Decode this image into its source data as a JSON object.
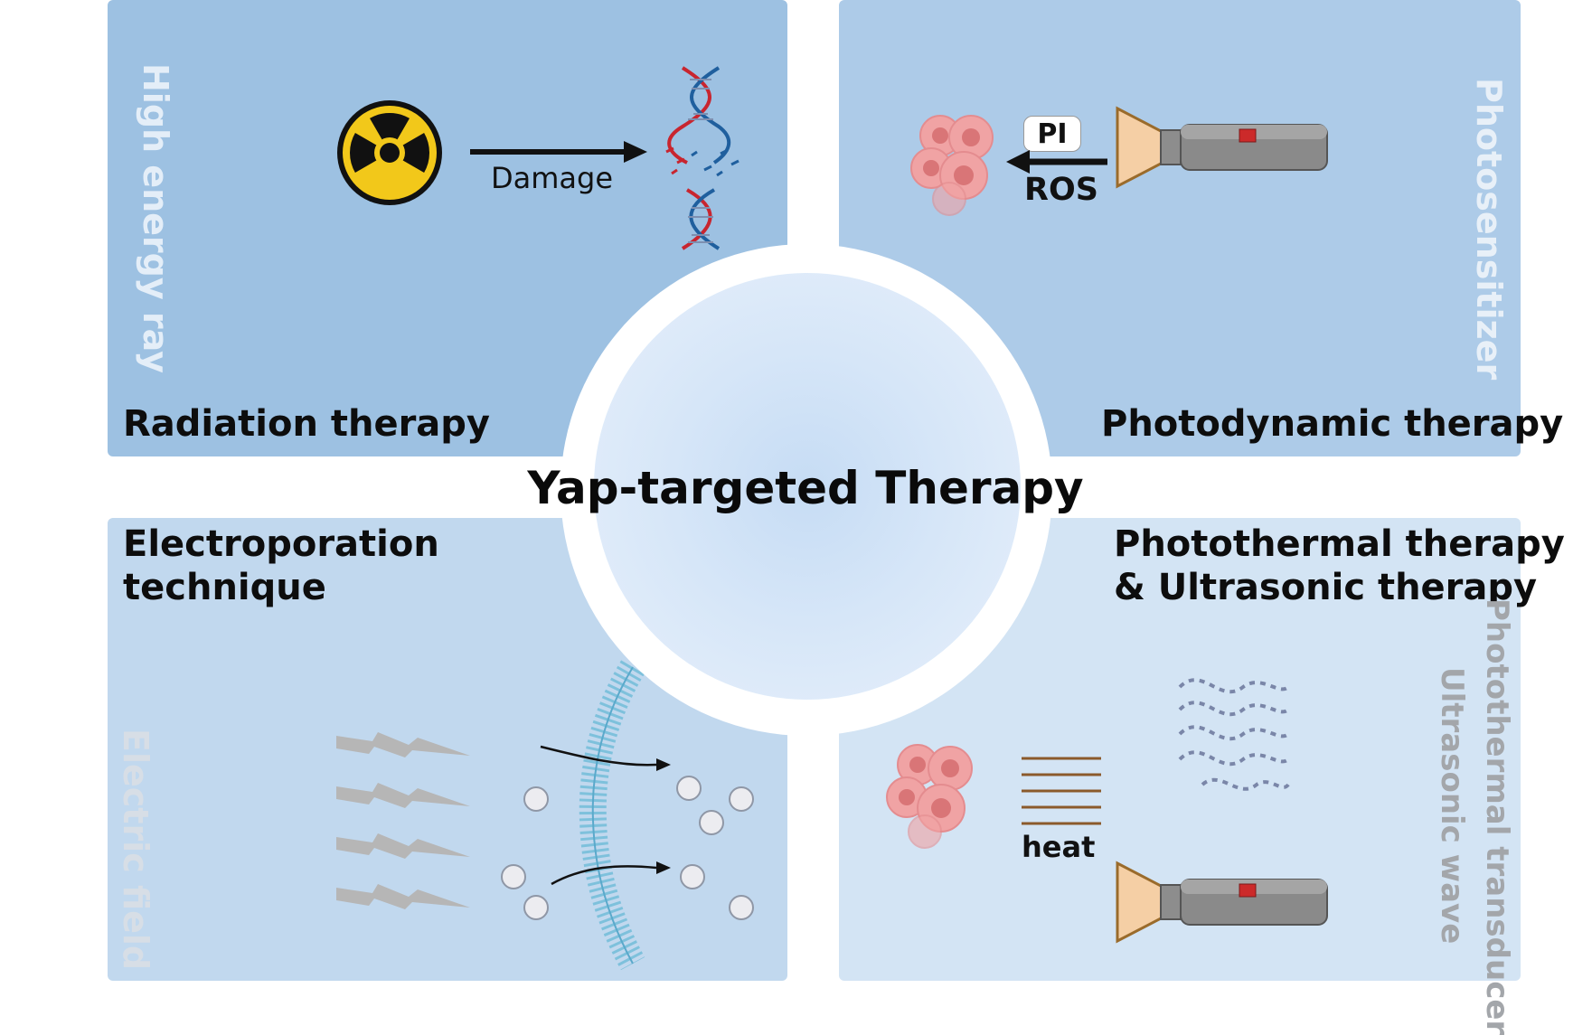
{
  "center": {
    "title": "Yap-targeted Therapy"
  },
  "quadrants": {
    "radiation": {
      "title": "Radiation therapy",
      "side_label": "High energy ray",
      "arrow_label": "Damage",
      "icons": [
        "radiation-icon",
        "dna-icon"
      ]
    },
    "photodynamic": {
      "title": "Photodynamic therapy",
      "side_label": "Photosensitizer",
      "pi_label": "PI",
      "ros_label": "ROS",
      "icons": [
        "tumor-cells-icon",
        "flashlight-icon"
      ]
    },
    "electroporation": {
      "title_line1": "Electroporation",
      "title_line2": "technique",
      "side_label": "Electric field",
      "icons": [
        "lightning-icon",
        "membrane-icon",
        "molecule-icon"
      ]
    },
    "photothermal": {
      "title_line1": "Photothermal therapy",
      "title_line2": "& Ultrasonic therapy",
      "side_label1": "Photothermal transducer",
      "side_label2": "Ultrasonic wave",
      "heat_label": "heat",
      "icons": [
        "tumor-cells-icon",
        "heat-lines-icon",
        "ultrasonic-wave-icon",
        "flashlight-icon"
      ]
    }
  },
  "colors": {
    "radiation_panel": "#9dc1e2",
    "photodynamic_panel": "#adcbe8",
    "electroporation_panel": "#c1d8ee",
    "photothermal_panel": "#d3e4f4",
    "dna_red": "#c8252f",
    "dna_blue": "#1f5f9e",
    "radiation_yellow": "#f2c81a"
  }
}
